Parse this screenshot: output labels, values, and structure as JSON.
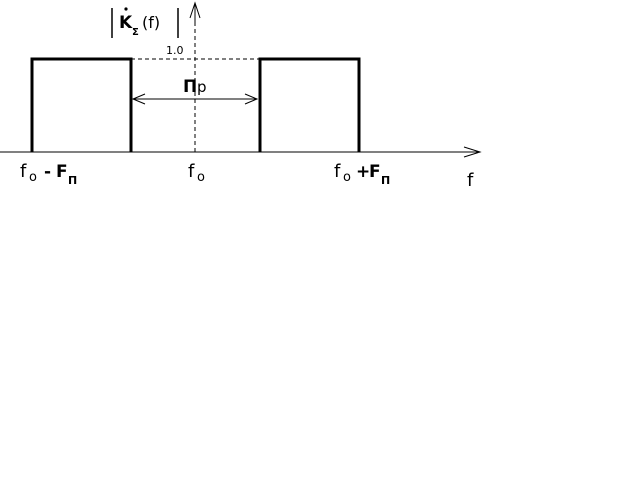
{
  "diagram": {
    "y_axis_label": "K",
    "y_axis_subscript": "Σ",
    "y_axis_arg": "(f)",
    "level_label": "1.0",
    "band_label": "Π",
    "band_subscript": "p",
    "center_label": "f",
    "center_subscript": "o",
    "left_label_main": "f",
    "left_label_sub": "o",
    "left_label_op": "-",
    "left_label_F": "F",
    "left_label_F_sub": "Π",
    "right_label_main": "f",
    "right_label_sub": "o",
    "right_label_op": "+",
    "right_label_F": "F",
    "right_label_F_sub": "Π",
    "x_axis_label": "f",
    "stroke_color": "#000000"
  }
}
